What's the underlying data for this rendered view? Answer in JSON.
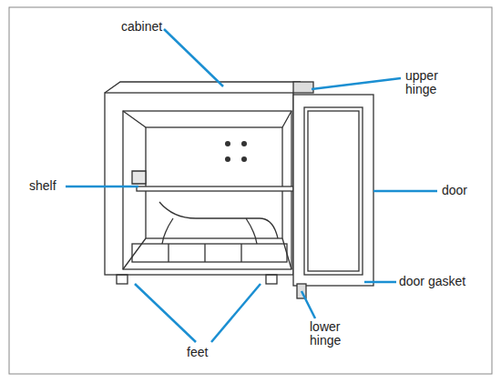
{
  "diagram": {
    "labels": [
      "cabinet",
      "upper hinge",
      "shelf",
      "door",
      "door gasket",
      "feet",
      "lower hinge"
    ]
  }
}
